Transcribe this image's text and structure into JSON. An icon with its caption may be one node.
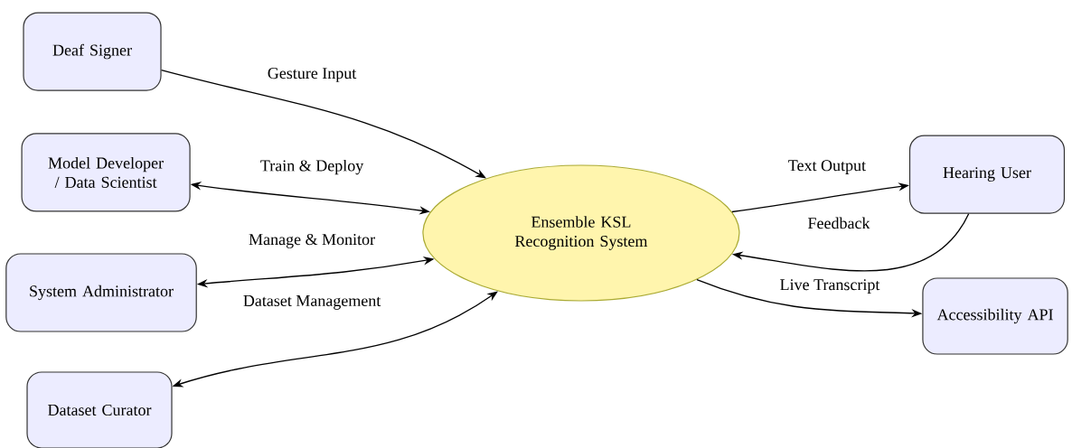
{
  "diagram": {
    "nodes": [
      {
        "text": [
          "Deaf Signer"
        ]
      },
      {
        "text": [
          "Model Developer / Data Scientist"
        ]
      },
      {
        "text": [
          "System Administrator"
        ]
      },
      {
        "text": [
          "Dataset Curator"
        ]
      },
      {
        "text": [
          "Ensemble KSL Recognition System"
        ]
      },
      {
        "text": [
          "Hearing User"
        ]
      },
      {
        "text": [
          "Accessibility API"
        ]
      }
    ],
    "edges": [
      {
        "from": 0,
        "to": 4,
        "arrow": "to",
        "label": "Gesture Input"
      },
      {
        "from": 1,
        "to": 4,
        "arrow": "both",
        "label": "Train & Deploy"
      },
      {
        "from": 2,
        "to": 4,
        "arrow": "both",
        "label": "Manage & Monitor"
      },
      {
        "from": 3,
        "to": 4,
        "arrow": "both",
        "label": "Dataset Management"
      },
      {
        "from": 4,
        "to": 5,
        "arrow": "to",
        "label": "Text Output"
      },
      {
        "from": 5,
        "to": 4,
        "arrow": "to",
        "label": "Feedback"
      },
      {
        "from": 4,
        "to": 6,
        "arrow": "to",
        "label": "Live Transcript"
      }
    ]
  }
}
